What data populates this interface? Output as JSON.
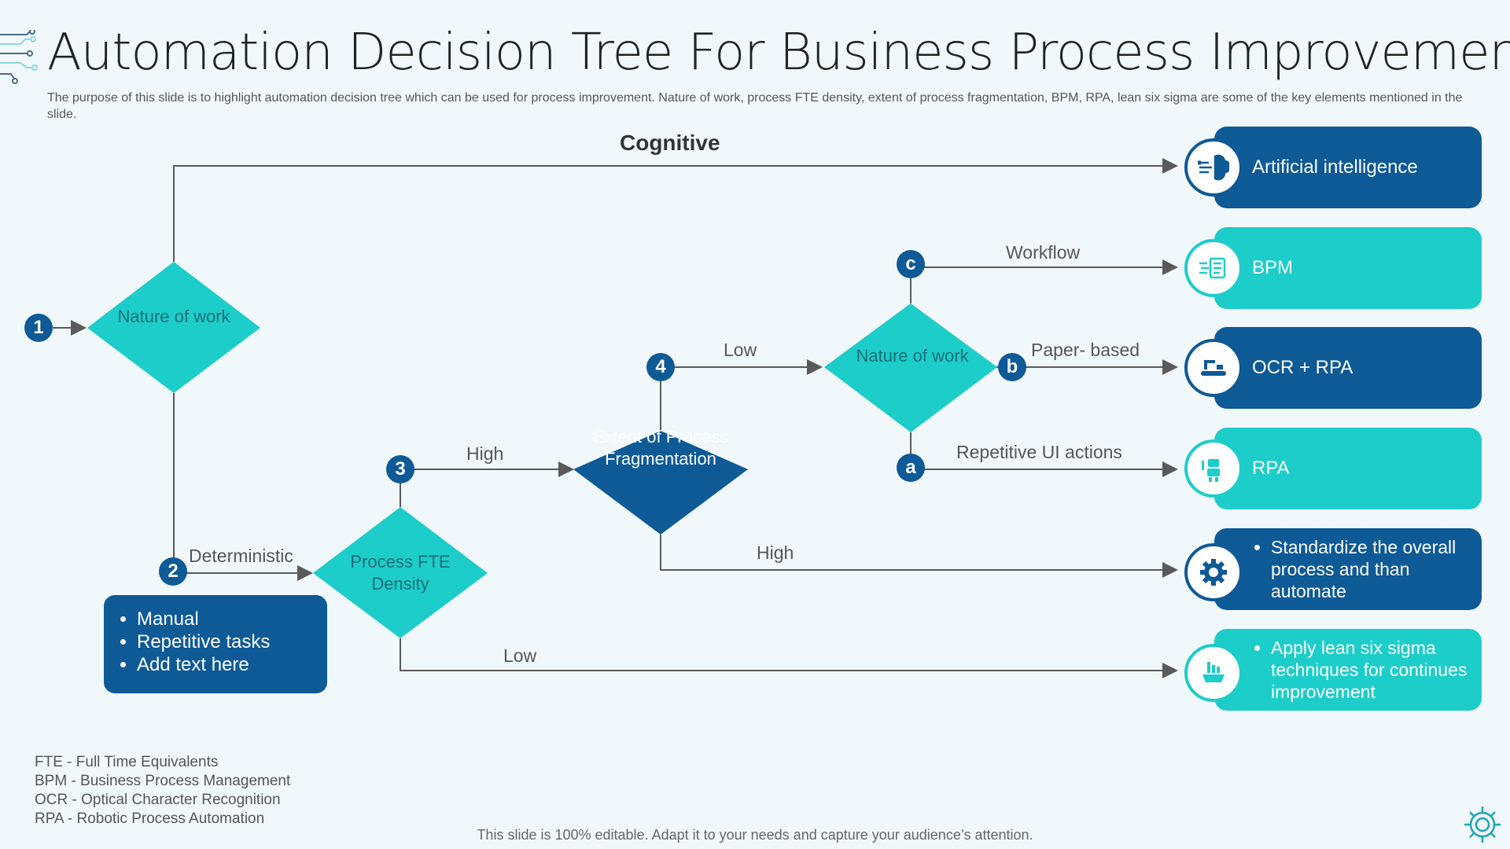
{
  "header": {
    "title": "Automation Decision Tree For Business Process Improvement",
    "subtitle": "The purpose of this slide is to highlight automation decision tree which can be used for process improvement. Nature of work, process FTE density, extent of process fragmentation, BPM, RPA, lean six sigma are some of the key elements mentioned in the slide."
  },
  "colors": {
    "dark_blue": "#0d5a96",
    "teal": "#1ccdc9",
    "background": "#f1f8fb",
    "connector": "#5a5a5a"
  },
  "steps": {
    "s1": "1",
    "s2": "2",
    "s3": "3",
    "s4": "4",
    "sa": "a",
    "sb": "b",
    "sc": "c"
  },
  "decisions": {
    "nature1": "Nature of work",
    "fte": "Process FTE Density",
    "fragmentation": "Extent of Process Fragmentation",
    "nature2": "Nature of work"
  },
  "edge_labels": {
    "cognitive": "Cognitive",
    "deterministic": "Deterministic",
    "fte_high": "High",
    "fte_low": "Low",
    "frag_low": "Low",
    "frag_high": "High",
    "workflow": "Workflow",
    "paper": "Paper- based",
    "repetitive_ui": "Repetitive UI actions"
  },
  "deterministic_box": {
    "items": [
      "Manual",
      "Repetitive tasks",
      "Add text here"
    ]
  },
  "outcomes": [
    {
      "label": "Artificial intelligence",
      "icon": "brain-circuit-icon",
      "style": "blue"
    },
    {
      "label": "BPM",
      "icon": "workflow-document-icon",
      "style": "teal"
    },
    {
      "label": "OCR + RPA",
      "icon": "conveyor-robot-arm-icon",
      "style": "blue"
    },
    {
      "label": "RPA",
      "icon": "robot-icon",
      "style": "teal"
    },
    {
      "label": "Standardize the overall process and than automate",
      "icon": "gear-icon",
      "style": "blue"
    },
    {
      "label": "Apply lean six sigma techniques for continues improvement",
      "icon": "gear-chart-icon",
      "style": "teal"
    }
  ],
  "abbreviations": [
    "FTE - Full Time Equivalents",
    "BPM - Business Process Management",
    "OCR - Optical Character Recognition",
    "RPA - Robotic Process Automation"
  ],
  "footer": "This slide is 100% editable. Adapt it to your needs and capture your audience’s attention."
}
